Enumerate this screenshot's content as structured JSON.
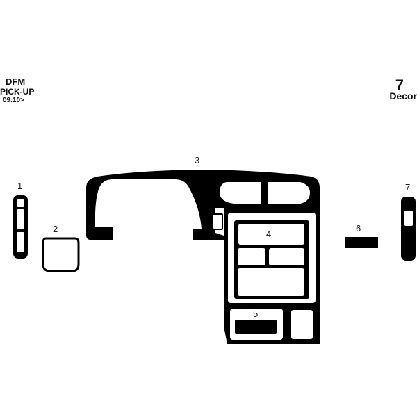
{
  "header": {
    "brand": "DFM",
    "model": "PICK-UP",
    "date": "09.10>",
    "piece_count": "7",
    "product_type": "Decor"
  },
  "parts": [
    {
      "id": "1",
      "label": "1",
      "description": "left vertical trim with 3 cutouts"
    },
    {
      "id": "2",
      "label": "2",
      "description": "trapezoid outline trim"
    },
    {
      "id": "3",
      "label": "3",
      "description": "main dashboard instrument panel trim"
    },
    {
      "id": "4",
      "label": "4",
      "description": "center console radio/AC surround"
    },
    {
      "id": "5",
      "label": "5",
      "description": "lower console switch panel"
    },
    {
      "id": "6",
      "label": "6",
      "description": "small rectangular bar trim"
    },
    {
      "id": "7",
      "label": "7",
      "description": "right vertical trim with 1 cutout"
    }
  ],
  "colors": {
    "part_fill": "#000000",
    "background": "#ffffff"
  }
}
